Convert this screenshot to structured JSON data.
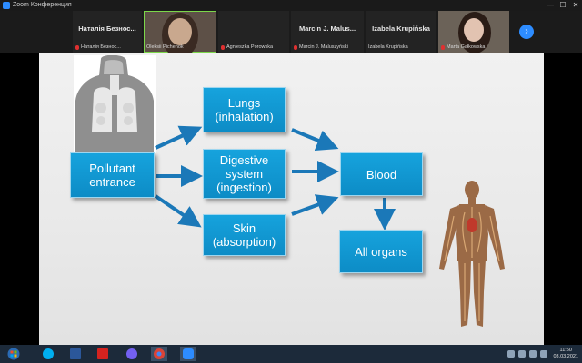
{
  "window": {
    "title": "Zoom Конференция",
    "controls": [
      "—",
      "☐",
      "✕"
    ]
  },
  "participants": [
    {
      "name": "Наталія  Безнос...",
      "label": "Наталія Безнос...",
      "muted": true,
      "video": false
    },
    {
      "name": "",
      "label": "Oleksii Pichenok",
      "muted": false,
      "video": true,
      "active": true
    },
    {
      "name": "",
      "label": "Agnieszka Porowska",
      "muted": true,
      "video": false
    },
    {
      "name": "Marcin J.  Malus...",
      "label": "Marcin J. Maluszyński",
      "muted": true,
      "video": false
    },
    {
      "name": "Izabela  Krupińska",
      "label": "Izabela Krupińska",
      "muted": false,
      "video": false
    },
    {
      "name": "",
      "label": "Marta Gałkowska",
      "muted": true,
      "video": true
    }
  ],
  "slide": {
    "boxes": {
      "pollutant": "Pollutant entrance",
      "lungs": "Lungs (inhalation)",
      "digestive": "Digestive system (ingestion)",
      "skin": "Skin (absorption)",
      "blood": "Blood",
      "organs": "All organs"
    }
  },
  "taskbar": {
    "apps": [
      "start-icon",
      "skype-icon",
      "word-icon",
      "pdf-icon",
      "viber-icon",
      "chrome-icon",
      "zoom-icon"
    ],
    "time": "11:50",
    "date": "03.03.2021"
  },
  "colors": {
    "box": "#0d8cc6",
    "arrow": "#1b78b8",
    "zoom_blue": "#2d8cff"
  }
}
